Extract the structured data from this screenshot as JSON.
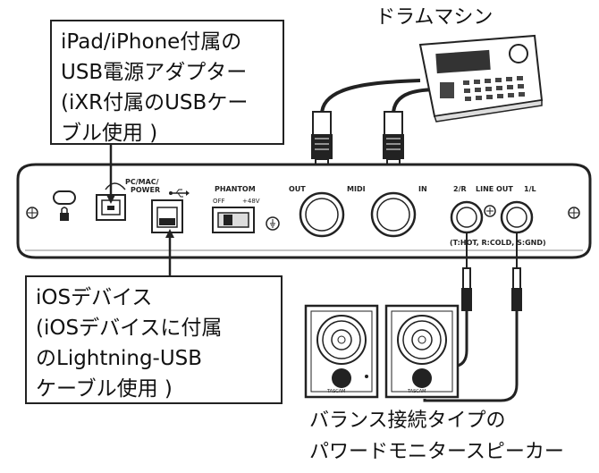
{
  "callouts": {
    "power_adapter": [
      "iPad/iPhone付属の",
      "USB電源アダプター",
      "(iXR付属のUSBケー",
      "ブル使用 )"
    ],
    "ios_device": [
      "iOSデバイス",
      "(iOSデバイスに付属",
      "のLightning-USB",
      "ケーブル使用 )"
    ]
  },
  "labels": {
    "drum_machine": "ドラムマシン",
    "monitor_speakers": [
      "バランス接続タイプの",
      "パワードモニタースピーカー"
    ]
  },
  "panel": {
    "pc_mac_power": "PC/MAC/",
    "power": "POWER",
    "phantom": "PHANTOM",
    "off": "OFF",
    "plus48v": "+48V",
    "out": "OUT",
    "midi": "MIDI",
    "in": "IN",
    "ch2": "2/R",
    "line_out": "LINE OUT",
    "ch1": "1/L",
    "pin_note": "(T:HOT, R:COLD, S:GND)"
  },
  "speaker_brand": "TASCAM"
}
